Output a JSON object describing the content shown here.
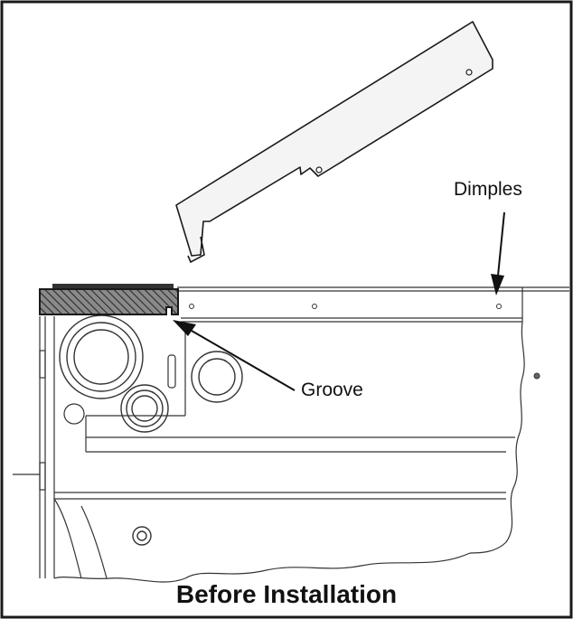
{
  "labels": {
    "dimples": "Dimples",
    "groove": "Groove"
  },
  "caption": "Before Installation",
  "colors": {
    "line": "#1a1a1a",
    "part_fill": "#f2f2f2",
    "hatch_fill": "#555555",
    "background": "#ffffff"
  }
}
